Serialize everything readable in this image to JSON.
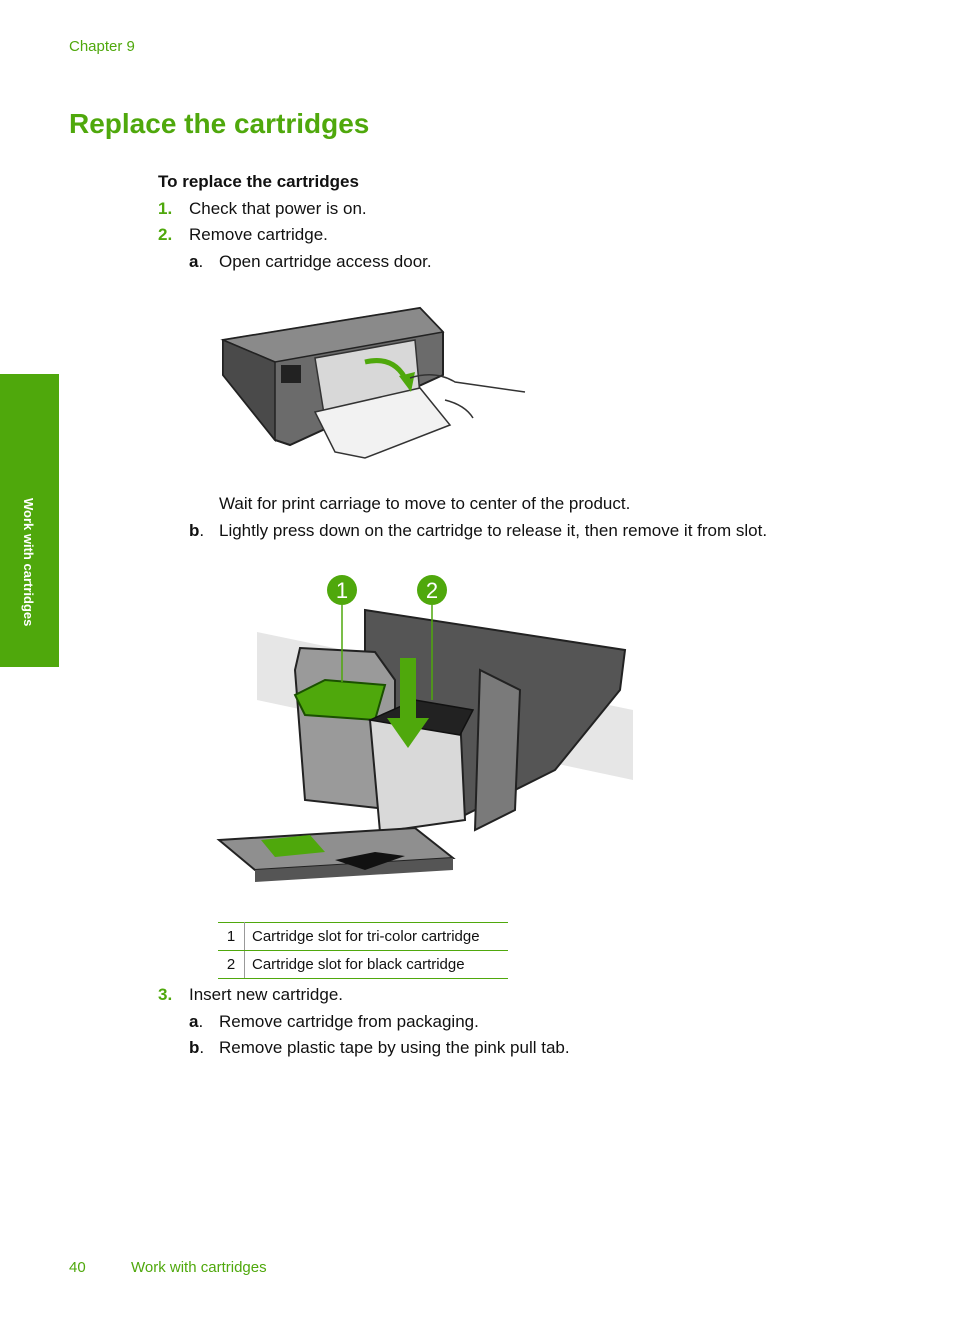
{
  "header": {
    "chapter": "Chapter 9"
  },
  "title": "Replace the cartridges",
  "side_tab": "Work with cartridges",
  "procedure": {
    "heading": "To replace the cartridges",
    "steps": [
      {
        "num": "1.",
        "text": "Check that power is on."
      },
      {
        "num": "2.",
        "text": "Remove cartridge."
      },
      {
        "num": "3.",
        "text": "Insert new cartridge."
      }
    ],
    "step2_subs": [
      {
        "letter": "a",
        "text": "Open cartridge access door."
      },
      {
        "letter": "b",
        "text": "Lightly press down on the cartridge to release it, then remove it from slot."
      }
    ],
    "wait_text": "Wait for print carriage to move to center of the product.",
    "step3_subs": [
      {
        "letter": "a",
        "text": "Remove cartridge from packaging."
      },
      {
        "letter": "b",
        "text": "Remove plastic tape by using the pink pull tab."
      }
    ]
  },
  "figure2": {
    "callout1": "1",
    "callout2": "2"
  },
  "callout_table": [
    {
      "num": "1",
      "text": "Cartridge slot for tri-color cartridge"
    },
    {
      "num": "2",
      "text": "Cartridge slot for black cartridge"
    }
  ],
  "footer": {
    "page": "40",
    "title": "Work with cartridges"
  },
  "colors": {
    "accent": "#4fa80c"
  }
}
